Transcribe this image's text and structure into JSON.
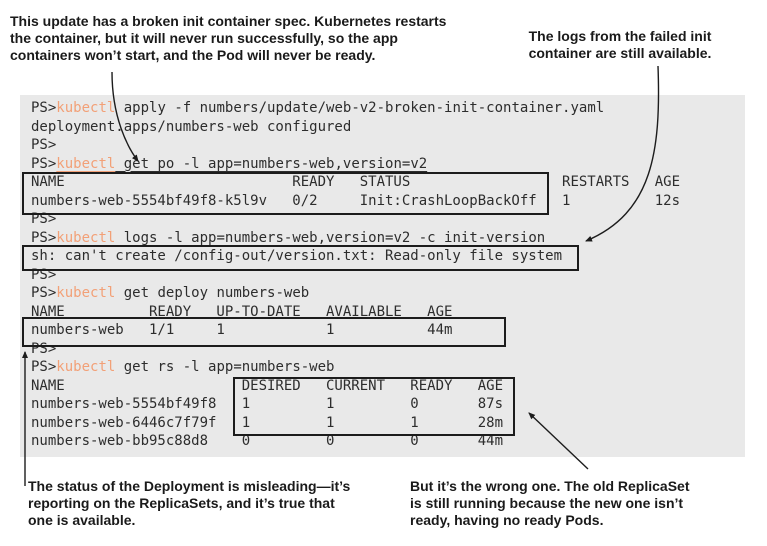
{
  "figure": {
    "kind": "annotated terminal screenshot",
    "colors": {
      "terminal_bg": "#e9e9e9",
      "terminal_text": "#2d2d2d",
      "kubectl_accent": "#f2a077",
      "annotation_text": "#1a1a1a",
      "box_border": "#1c1c1c"
    }
  },
  "annotations": {
    "top_left": {
      "lines": [
        "This update has a broken init container spec. Kubernetes restarts",
        "the container, but it will never run successfully, so the app",
        "containers won’t start, and the Pod will never be ready."
      ]
    },
    "top_right": {
      "lines": [
        "The logs from the failed init",
        "container are still available."
      ]
    },
    "bottom_left": {
      "lines": [
        "The status of the Deployment is misleading—it’s",
        "reporting on the ReplicaSets, and it’s true that",
        "one is available."
      ]
    },
    "bottom_right": {
      "lines": [
        "But it’s the wrong one. The old ReplicaSet",
        "is still running because the new one isn’t",
        "ready, having no ready Pods."
      ]
    }
  },
  "terminal": {
    "lines": [
      {
        "prompt": "PS>",
        "kubectl": "kubectl",
        "rest": " apply -f numbers/update/web-v2-broken-init-container.yaml"
      },
      {
        "text": "deployment.apps/numbers-web configured"
      },
      {
        "prompt": "PS>"
      },
      {
        "prompt": "PS>",
        "kubectl": "kubectl",
        "rest": " get po -l app=numbers-web,version=v2"
      },
      {
        "text": "NAME                           READY   STATUS                  RESTARTS   AGE"
      },
      {
        "text": "numbers-web-5554bf49f8-k5l9v   0/2     Init:CrashLoopBackOff   1          12s"
      },
      {
        "prompt": "PS>"
      },
      {
        "prompt": "PS>",
        "kubectl": "kubectl",
        "rest": " logs -l app=numbers-web,version=v2 -c init-version"
      },
      {
        "text": "sh: can't create /config-out/version.txt: Read-only file system"
      },
      {
        "prompt": "PS>"
      },
      {
        "prompt": "PS>",
        "kubectl": "kubectl",
        "rest": " get deploy numbers-web"
      },
      {
        "text": "NAME          READY   UP-TO-DATE   AVAILABLE   AGE"
      },
      {
        "text": "numbers-web   1/1     1            1           44m"
      },
      {
        "prompt": "PS>"
      },
      {
        "prompt": "PS>",
        "kubectl": "kubectl",
        "rest": " get rs -l app=numbers-web"
      },
      {
        "text": "NAME                     DESIRED   CURRENT   READY   AGE"
      },
      {
        "text": "numbers-web-5554bf49f8   1         1         0       87s"
      },
      {
        "text": "numbers-web-6446c7f79f   1         1         1       28m"
      },
      {
        "text": "numbers-web-bb95c88d8    0         0         0       44m"
      }
    ]
  }
}
